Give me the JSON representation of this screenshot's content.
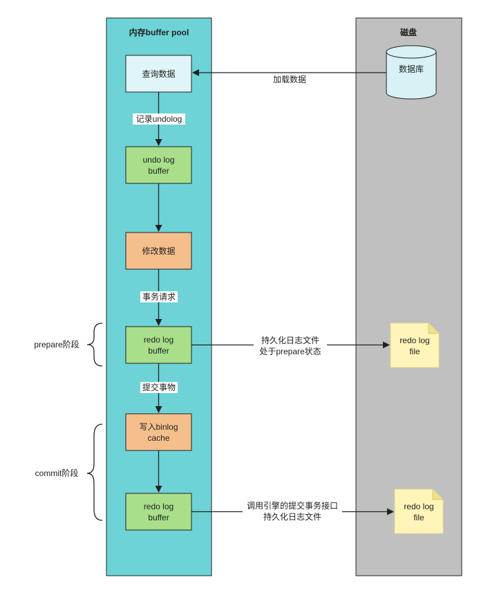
{
  "pool": {
    "title": "内存buffer pool"
  },
  "disk": {
    "title": "磁盘",
    "database": "数据库"
  },
  "nodes": {
    "query": "查询数据",
    "undo_line1": "undo log",
    "undo_line2": "buffer",
    "modify": "修改数据",
    "redo1_line1": "redo log",
    "redo1_line2": "buffer",
    "binlog_line1": "写入binlog",
    "binlog_line2": "cache",
    "redo2_line1": "redo log",
    "redo2_line2": "buffer"
  },
  "edges": {
    "load_data": "加载数据",
    "record_undo": "记录undolog",
    "txn_request": "事务请求",
    "commit_txn": "提交事物",
    "persist1_line1": "持久化日志文件",
    "persist1_line2": "处于prepare状态",
    "persist2_line1": "调用引擎的提交事务接口",
    "persist2_line2": "持久化日志文件"
  },
  "files": {
    "file1_line1": "redo log",
    "file1_line2": "file",
    "file2_line1": "redo log",
    "file2_line2": "file"
  },
  "phases": {
    "prepare": "prepare阶段",
    "commit": "commit阶段"
  },
  "colors": {
    "pool_bg": "#6dd3d6",
    "disk_bg": "#c0c0c0",
    "query_bg": "#dff5f7",
    "green_bg": "#a9df8a",
    "orange_bg": "#f5bf8c",
    "file_bg": "#fff5b8",
    "db_bg": "#d7f1f4"
  }
}
